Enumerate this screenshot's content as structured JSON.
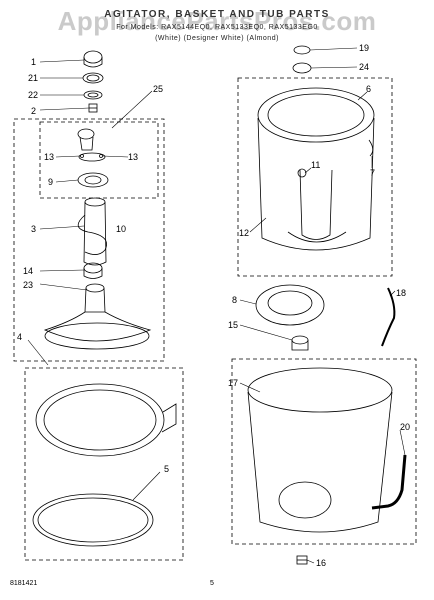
{
  "header": {
    "title": "AGITATOR, BASKET AND TUB PARTS",
    "models": "For Models: RAX5144EQ0, RAX5133EQ0, RAX5133EG0",
    "colors": "(White)    (Designer White)    (Almond)",
    "watermark": "AppliancePartsPros.com"
  },
  "callouts": [
    "1",
    "21",
    "22",
    "2",
    "25",
    "13",
    "13",
    "9",
    "10",
    "3",
    "14",
    "23",
    "4",
    "5",
    "19",
    "24",
    "6",
    "7",
    "11",
    "12",
    "8",
    "15",
    "18",
    "17",
    "20",
    "16"
  ],
  "footer": {
    "doc_number": "8181421",
    "page_number": "5"
  },
  "colors": {
    "line": "#000000",
    "background": "#ffffff",
    "watermark": "#969696"
  }
}
